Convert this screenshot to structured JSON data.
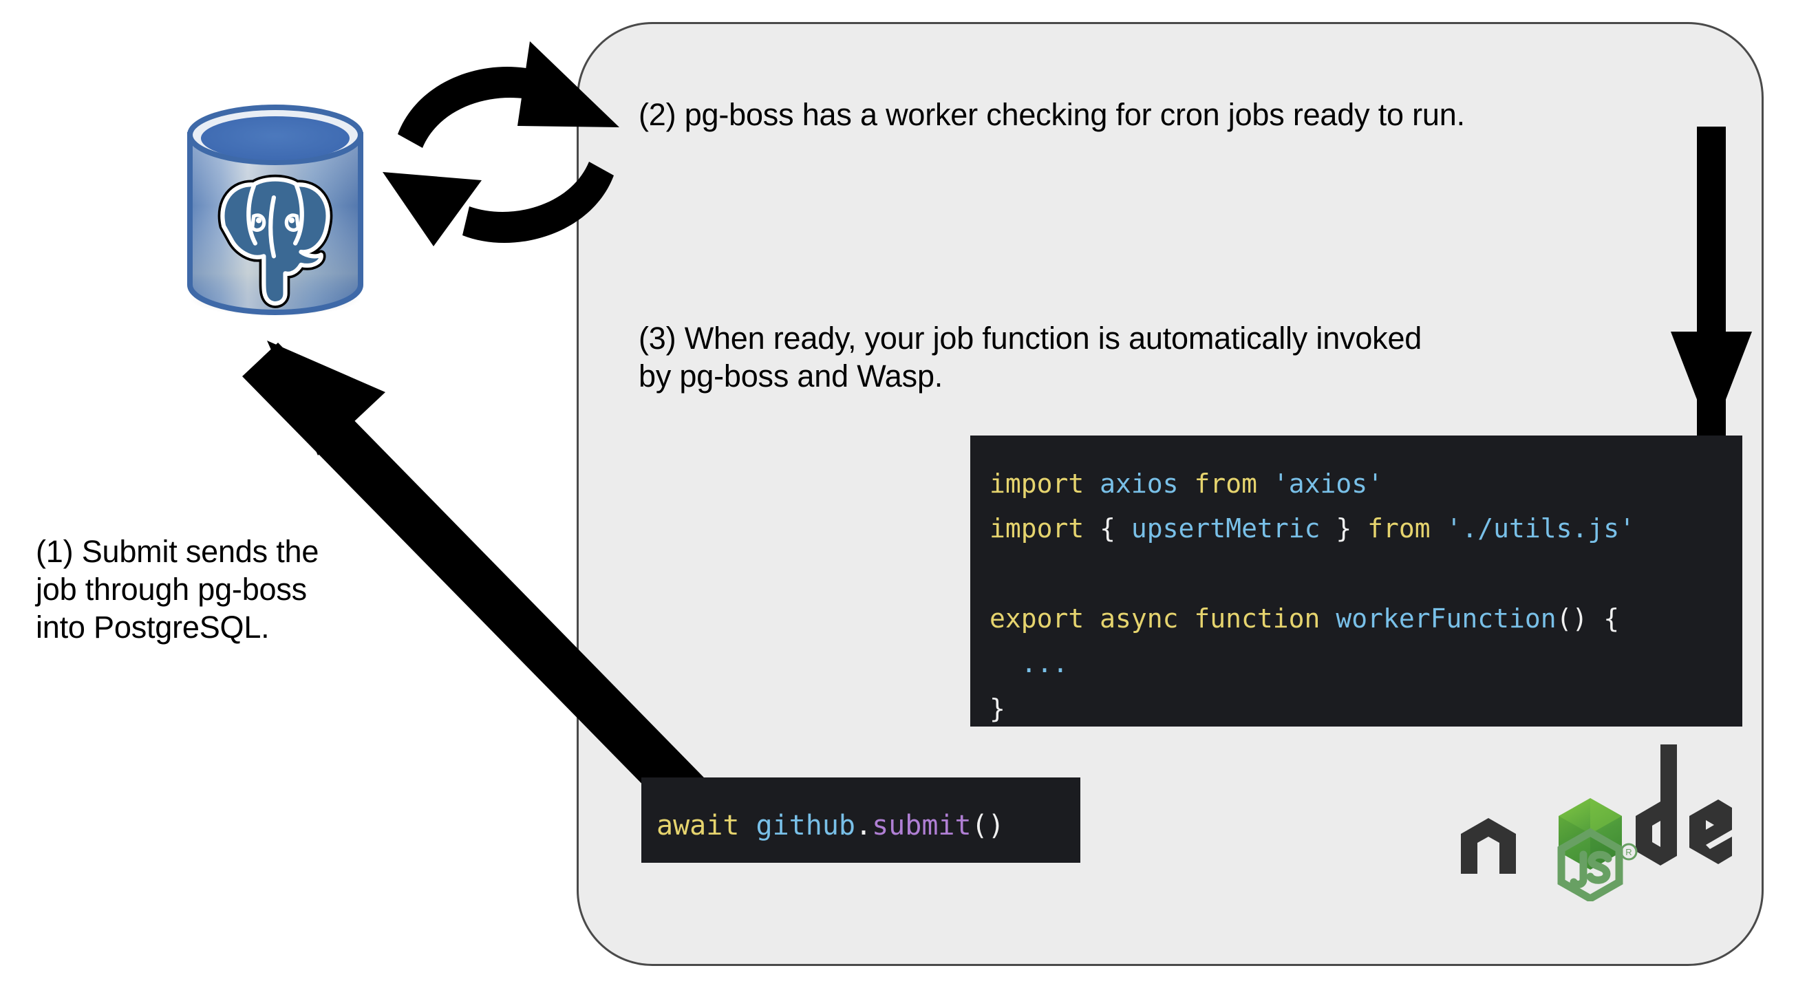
{
  "diagram": {
    "title": "Wasp pg-boss job flow",
    "background_color": "#ffffff",
    "panel": {
      "name": "server-panel",
      "fill": "#ececec",
      "border_color": "#4a4a4a"
    }
  },
  "callouts": [
    {
      "id": "callout-1",
      "label": "(1) Submit sends the\njob through pg-boss\ninto PostgreSQL."
    },
    {
      "id": "callout-2",
      "label": "(2) pg-boss has a worker checking for cron jobs ready to run."
    },
    {
      "id": "callout-3",
      "label": "(3) When ready, your job function is automatically invoked\nby pg-boss and Wasp."
    }
  ],
  "code_worker": {
    "name": "worker-function-code",
    "background": "#1b1c20",
    "lines": [
      {
        "tokens": [
          {
            "t": "import ",
            "c": "kw"
          },
          {
            "t": "axios ",
            "c": "id"
          },
          {
            "t": "from ",
            "c": "kw"
          },
          {
            "t": "'axios'",
            "c": "id"
          }
        ]
      },
      {
        "tokens": [
          {
            "t": "import ",
            "c": "kw"
          },
          {
            "t": "{ ",
            "c": "pun"
          },
          {
            "t": "upsertMetric",
            "c": "id"
          },
          {
            "t": " } ",
            "c": "pun"
          },
          {
            "t": "from ",
            "c": "kw"
          },
          {
            "t": "'./utils.js'",
            "c": "id"
          }
        ]
      },
      {
        "tokens": [
          {
            "t": "",
            "c": "pun"
          }
        ]
      },
      {
        "tokens": [
          {
            "t": "export async function ",
            "c": "kw"
          },
          {
            "t": "workerFunction",
            "c": "id"
          },
          {
            "t": "() {",
            "c": "pun"
          }
        ]
      },
      {
        "tokens": [
          {
            "t": "  ",
            "c": "pun"
          },
          {
            "t": "...",
            "c": "id"
          }
        ]
      },
      {
        "tokens": [
          {
            "t": "}",
            "c": "pun"
          }
        ]
      }
    ]
  },
  "code_submit": {
    "name": "submit-call-code",
    "background": "#1b1c20",
    "lines": [
      {
        "tokens": [
          {
            "t": "await ",
            "c": "kw"
          },
          {
            "t": "github",
            "c": "id"
          },
          {
            "t": ".",
            "c": "pun"
          },
          {
            "t": "submit",
            "c": "fn"
          },
          {
            "t": "()",
            "c": "pun"
          }
        ]
      }
    ]
  },
  "icons": {
    "database": {
      "name": "postgresql-database-icon",
      "alt": "PostgreSQL database cylinder with elephant",
      "body_color": "#5a7fb5",
      "top_color": "#3d6bb0",
      "elephant_color": "#4a6f9e"
    },
    "node": {
      "name": "nodejs-logo",
      "alt": "Node.js",
      "wordmark": "node",
      "hex_label": "JS",
      "trademark": "®",
      "dark_color": "#333333",
      "green_color": "#68a063"
    },
    "sync": {
      "name": "sync-arrows-icon",
      "alt": "bidirectional polling arrows",
      "color": "#000000"
    },
    "submit_arrow": {
      "name": "submit-arrow-icon",
      "alt": "arrow from submit call to database",
      "color": "#000000"
    },
    "invoke_arrow": {
      "name": "invoke-arrow-icon",
      "alt": "downward arrow to worker function code",
      "color": "#000000"
    }
  }
}
